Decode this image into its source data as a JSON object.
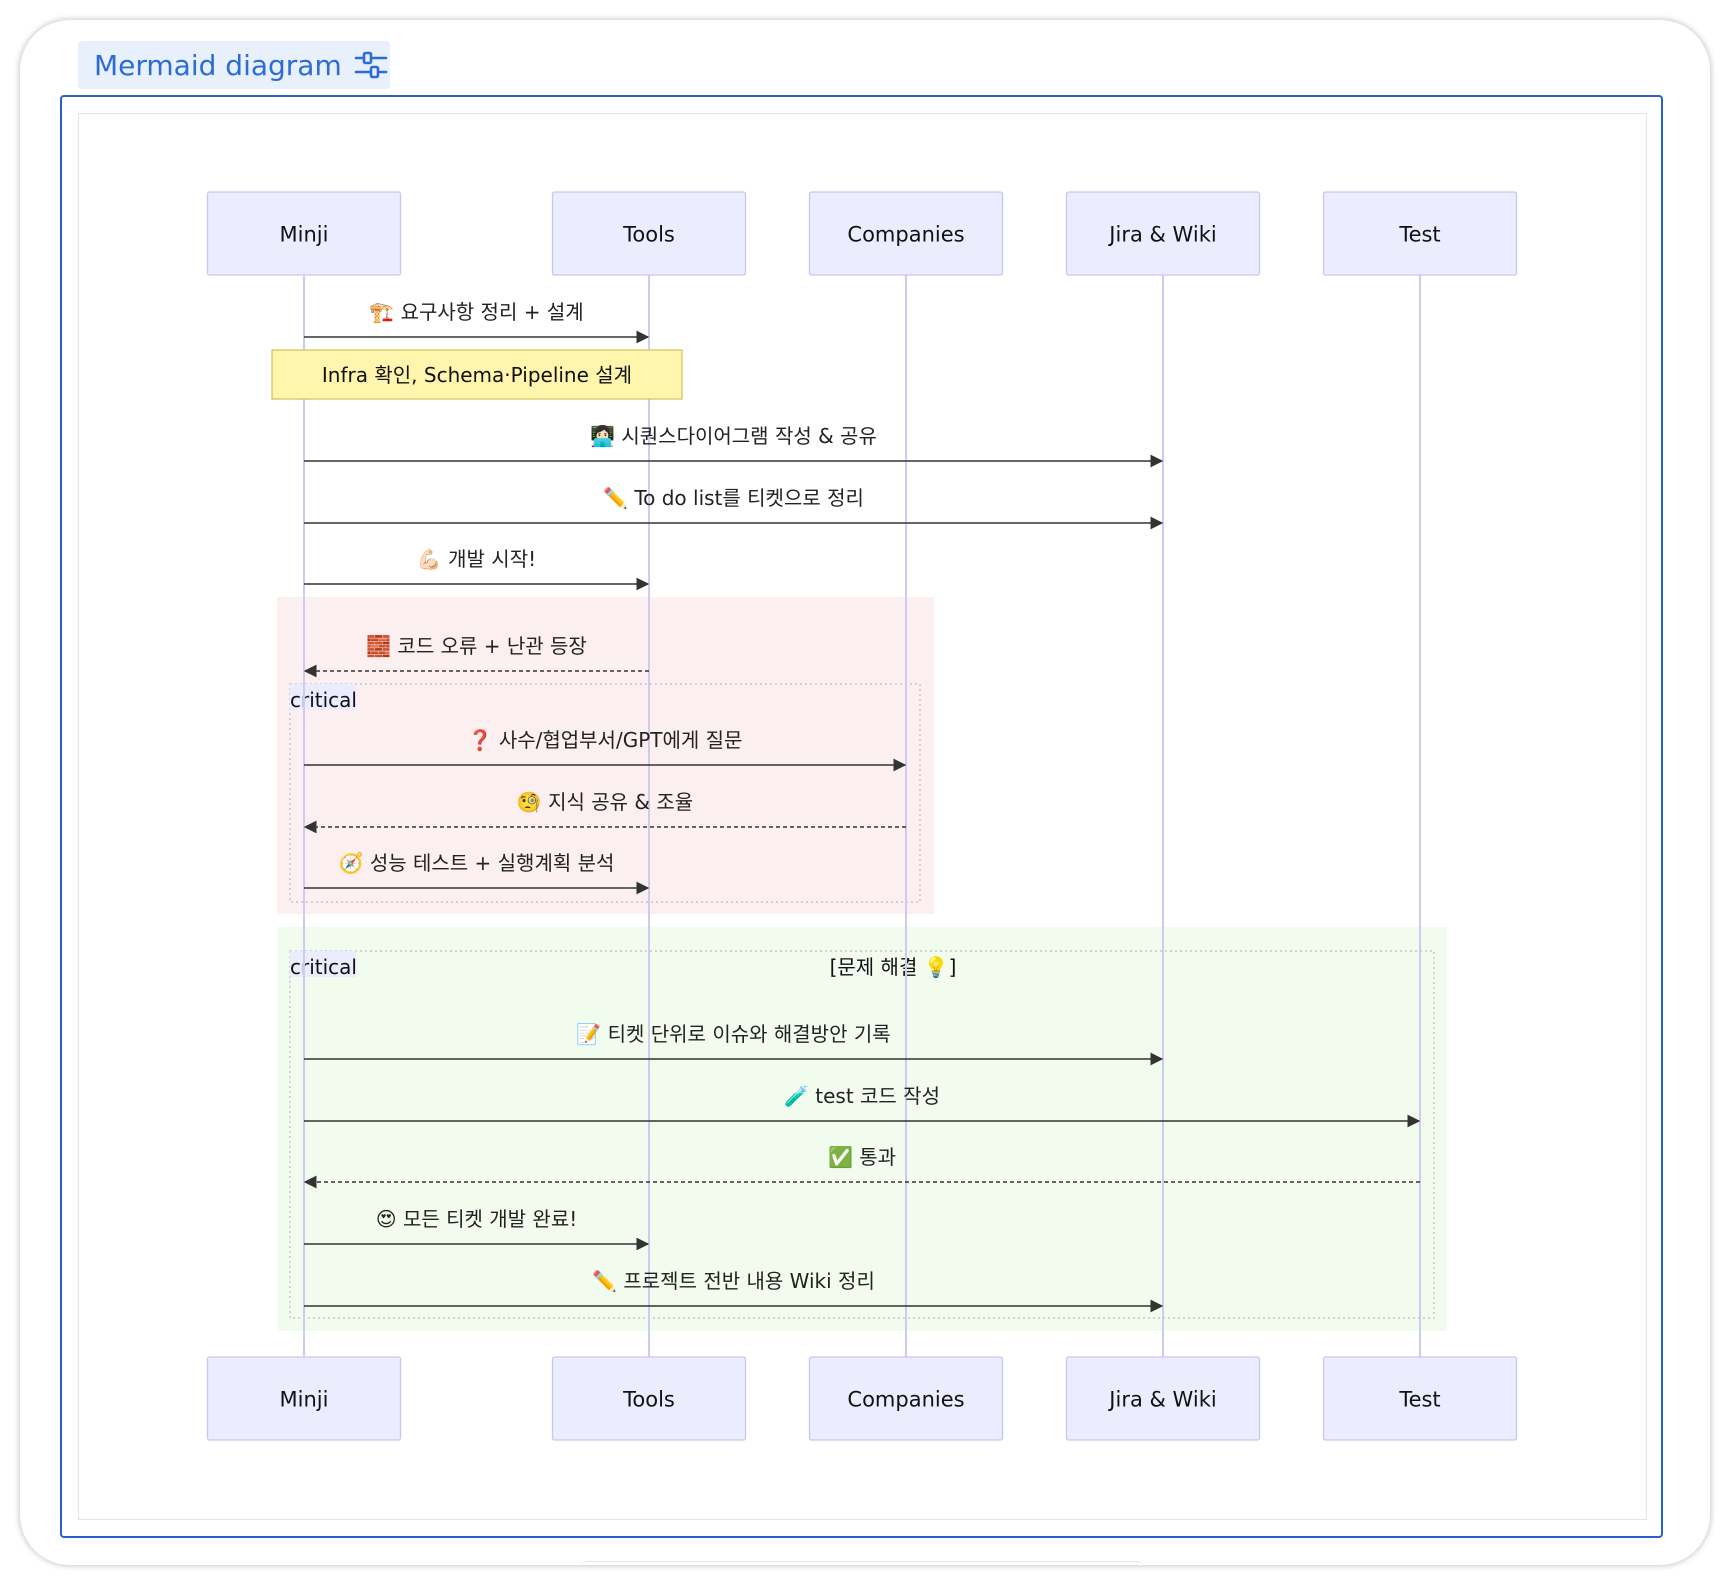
{
  "header": {
    "title": "Mermaid diagram",
    "settings_icon": "sliders-icon"
  },
  "colors": {
    "accent": "#2a5fd0",
    "actor_fill": "#ececff",
    "actor_stroke": "#c9c7ee",
    "lifeline": "#cdcbf0",
    "note_fill": "#fff5ad",
    "note_stroke": "#cfc15a",
    "region_red": "#fcefef",
    "region_green": "#f1fcee",
    "arrow": "#333333"
  },
  "diagram": {
    "actors": [
      {
        "id": "minji",
        "label": "Minji"
      },
      {
        "id": "tools",
        "label": "Tools"
      },
      {
        "id": "companies",
        "label": "Companies"
      },
      {
        "id": "jirawiki",
        "label": "Jira & Wiki"
      },
      {
        "id": "test",
        "label": "Test"
      }
    ],
    "messages": [
      {
        "from": "minji",
        "to": "tools",
        "text": "🏗️ 요구사항 정리 + 설계",
        "style": "solid"
      },
      {
        "from": "minji",
        "to": "jirawiki",
        "text": "👩🏻‍💻 시퀀스다이어그램 작성 & 공유",
        "style": "solid"
      },
      {
        "from": "minji",
        "to": "jirawiki",
        "text": "✏️ To do list를 티켓으로 정리",
        "style": "solid"
      },
      {
        "from": "minji",
        "to": "tools",
        "text": "💪🏻 개발 시작!",
        "style": "solid"
      },
      {
        "from": "tools",
        "to": "minji",
        "text": "🧱 코드 오류 + 난관 등장",
        "style": "dashed"
      },
      {
        "from": "minji",
        "to": "companies",
        "text": "❓ 사수/협업부서/GPT에게 질문",
        "style": "solid"
      },
      {
        "from": "companies",
        "to": "minji",
        "text": "🧐 지식 공유 & 조율",
        "style": "dashed"
      },
      {
        "from": "minji",
        "to": "tools",
        "text": "🧭 성능 테스트 + 실행계획 분석",
        "style": "solid"
      },
      {
        "from": "minji",
        "to": "jirawiki",
        "text": "📝 티켓 단위로 이슈와 해결방안 기록",
        "style": "solid"
      },
      {
        "from": "minji",
        "to": "test",
        "text": "🧪 test 코드 작성",
        "style": "solid"
      },
      {
        "from": "test",
        "to": "minji",
        "text": "✅ 통과",
        "style": "dashed"
      },
      {
        "from": "minji",
        "to": "tools",
        "text": "😍 모든 티켓 개발 완료!",
        "style": "solid"
      },
      {
        "from": "minji",
        "to": "jirawiki",
        "text": "✏️ 프로젝트 전반 내용 Wiki 정리",
        "style": "solid"
      }
    ],
    "note": {
      "text": "Infra 확인, Schema·Pipeline 설계"
    },
    "critical_blocks": [
      {
        "label": "critical",
        "condition": ""
      },
      {
        "label": "critical",
        "condition": "[문제 해결 💡]"
      }
    ]
  }
}
